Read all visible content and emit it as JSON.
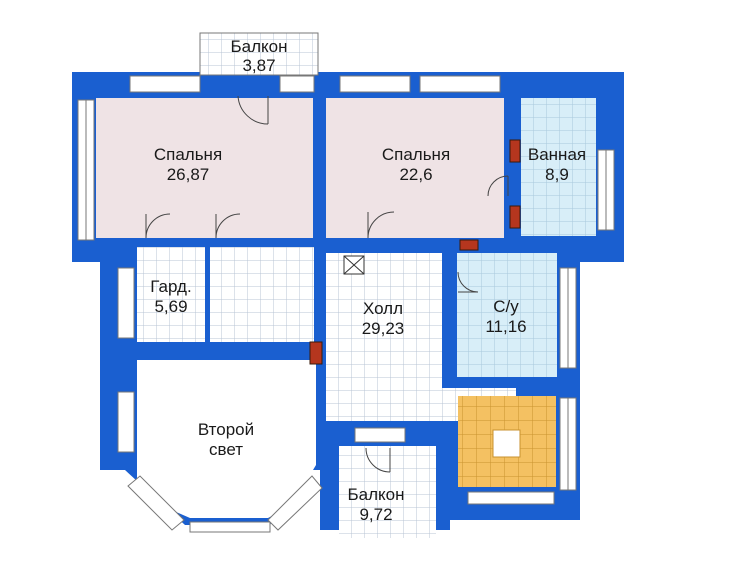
{
  "rooms": {
    "balcony_top": {
      "name": "Балкон",
      "area": "3,87"
    },
    "bedroom_left": {
      "name": "Спальня",
      "area": "26,87"
    },
    "bedroom_right": {
      "name": "Спальня",
      "area": "22,6"
    },
    "bathroom": {
      "name": "Ванная",
      "area": "8,9"
    },
    "wardrobe": {
      "name": "Гард.",
      "area": "5,69"
    },
    "hall": {
      "name": "Холл",
      "area": "29,23"
    },
    "wc": {
      "name": "С/у",
      "area": "11,16"
    },
    "second_light": {
      "line1": "Второй",
      "line2": "свет"
    },
    "balcony_bottom": {
      "name": "Балкон",
      "area": "9,72"
    }
  },
  "colors": {
    "wall": "#1a5fd0",
    "bedroom_fill": "#efe3e5",
    "wet_fill": "#d8eef8",
    "tile_fill": "#ffffff",
    "tile_grid": "#b8c4d4",
    "stair_fill": "#f4c162",
    "stove": "#b5361e"
  }
}
